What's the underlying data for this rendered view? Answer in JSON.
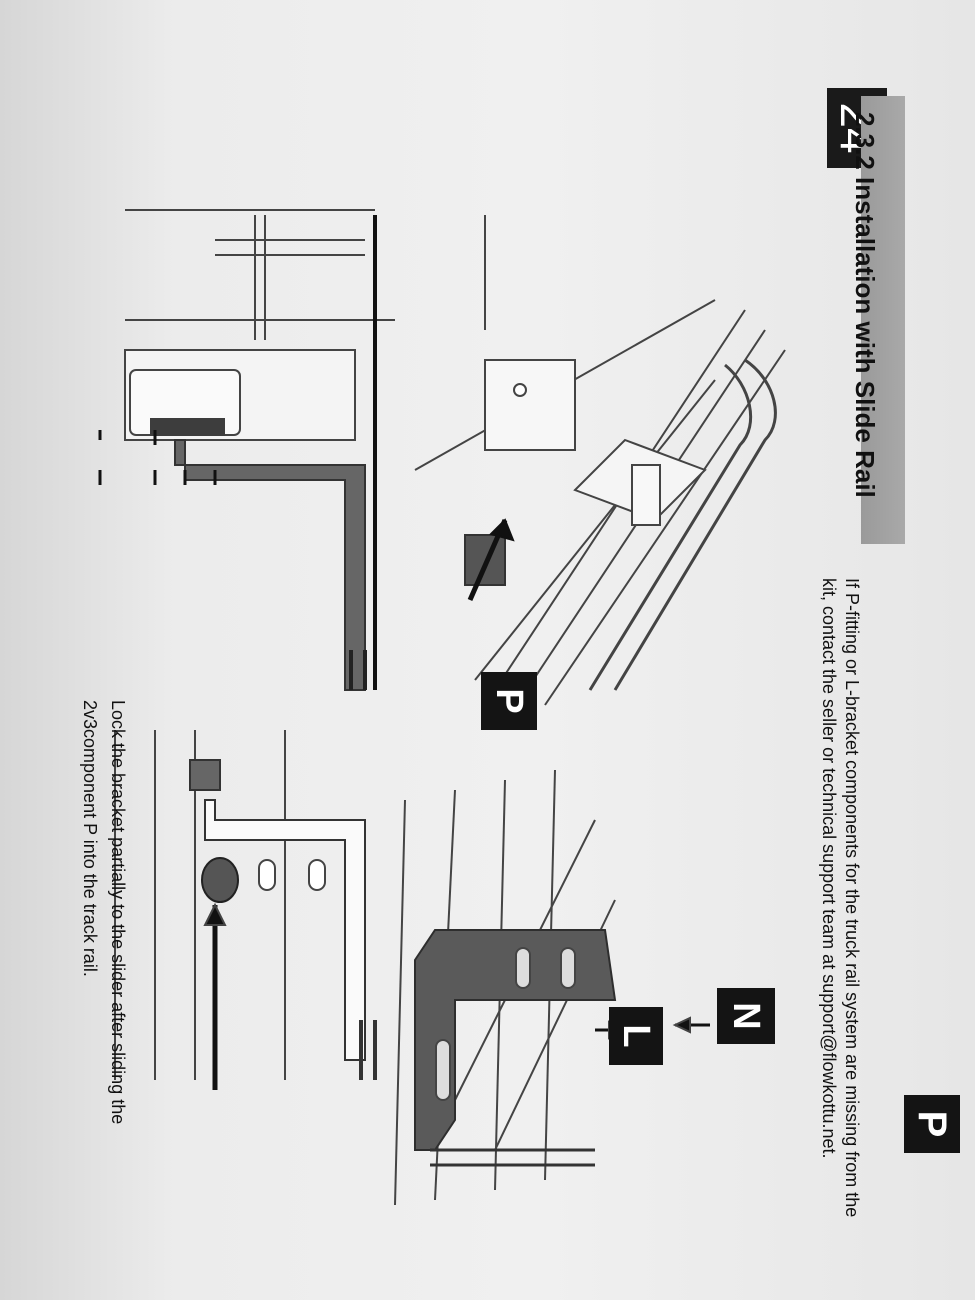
{
  "page": {
    "number": "24",
    "section_title": "2.3.2 Installation with Slide Rail",
    "note_text": "If P-fitting or L-bracket components for the truck rail system are missing from the kit, contact the seller or technical support team at support@flowkottu.net.",
    "caption_text": "Lock the bracket partially to the slider after sliding the 2v3component P into the track rail.",
    "labels": {
      "p_top": "P",
      "p_bottom": "P",
      "n": "N",
      "l": "L"
    }
  }
}
